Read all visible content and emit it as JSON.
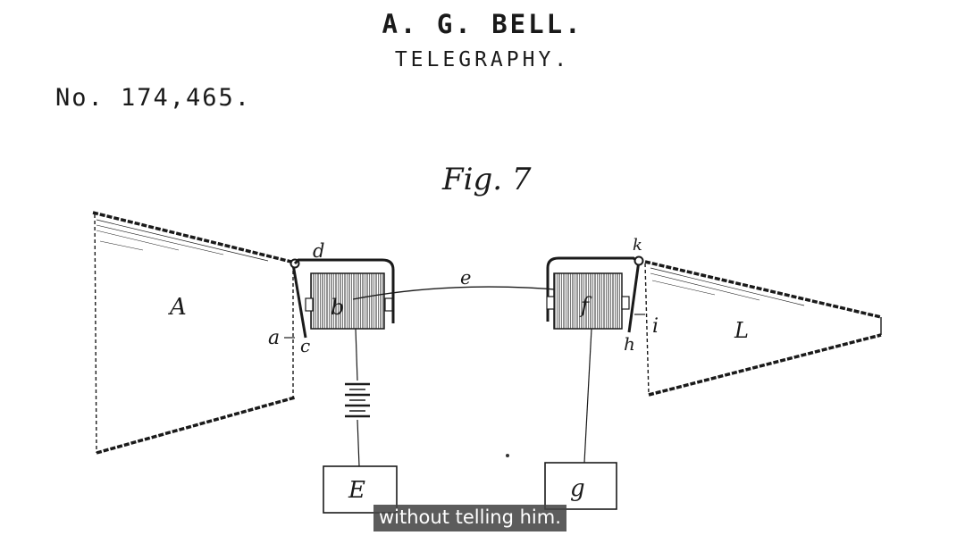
{
  "header": {
    "inventor": "A. G. BELL.",
    "title": "TELEGRAPHY.",
    "patent_number": "No. 174,465."
  },
  "figure": {
    "label": "Fig. 7",
    "parts": {
      "A": "A",
      "a": "a",
      "c": "c",
      "d": "d",
      "b": "b",
      "e": "e",
      "f": "f",
      "k": "k",
      "h": "h",
      "i": "i",
      "L": "L",
      "E": "E",
      "g": "g"
    }
  },
  "caption": {
    "text": "without telling him."
  }
}
